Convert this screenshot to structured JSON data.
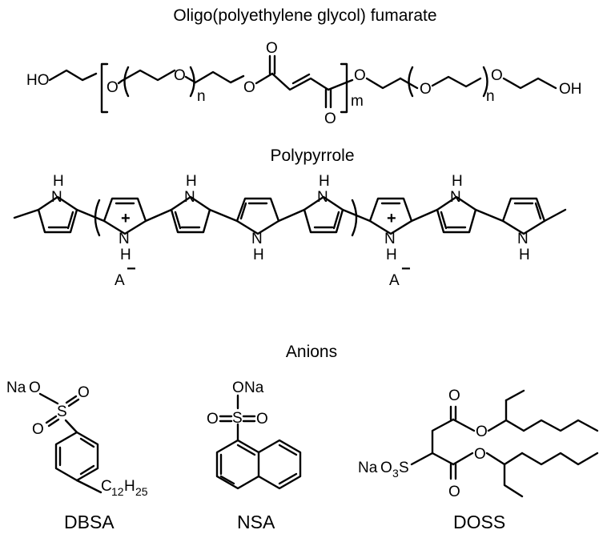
{
  "sections": {
    "opf_title": "Oligo(polyethylene glycol) fumarate",
    "ppy_title": "Polypyrrole",
    "anions_title": "Anions"
  },
  "opf": {
    "ho": "HO",
    "oh": "OH",
    "o": "O",
    "n": "n",
    "m": "m"
  },
  "ppy": {
    "h": "H",
    "n": "N",
    "a": "A",
    "plus": "+",
    "minus": "−"
  },
  "dbsa": {
    "label": "DBSA",
    "na": "Na",
    "o": "O",
    "s": "S",
    "c": "C",
    "c_sub": "12",
    "h": "H",
    "h_sub": "25"
  },
  "nsa": {
    "label": "NSA",
    "na": "Na",
    "o": "O",
    "s": "S"
  },
  "doss": {
    "label": "DOSS",
    "na": "Na",
    "o": "O",
    "o_sub": "3",
    "s": "S"
  }
}
